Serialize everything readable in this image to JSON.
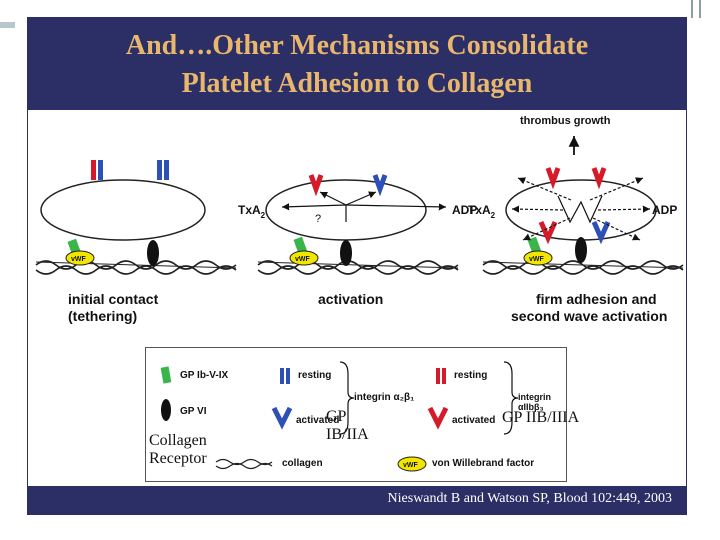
{
  "slide": {
    "title_line1": "And….Other Mechanisms Consolidate",
    "title_line2": "Platelet Adhesion to Collagen",
    "citation": "Nieswandt B and Watson SP, Blood 102:449, 2003"
  },
  "diagram": {
    "thrombus_growth": "thrombus growth",
    "txa2": "TxA",
    "txa2_sub": "2",
    "adp": "ADP",
    "question_mark": "?",
    "vwf": "vWF",
    "panels": [
      {
        "label_line1": "initial contact",
        "label_line2": "(tethering)"
      },
      {
        "label_line1": "activation",
        "label_line2": ""
      },
      {
        "label_line1": "firm adhesion and",
        "label_line2": "second wave activation"
      }
    ]
  },
  "legend": {
    "gp_ib": "GP Ib-V-IX",
    "gp_vi": "GP VI",
    "resting": "resting",
    "activated": "activated",
    "integrin_a2b1": "integrin α₂β₁",
    "integrin_aiib": "integrin αIIbβ₃",
    "collagen": "collagen",
    "vwf": "vWF",
    "vwf_full": "von Willebrand factor"
  },
  "overlays": {
    "collagen_receptor_line1": "Collagen",
    "collagen_receptor_line2": "Receptor",
    "gp_ib_iia_line1": "GP",
    "gp_ib_iia_line2": "IB/IIA",
    "gp_iib_iiia": "GP IIB/IIIA"
  },
  "colors": {
    "title_bg": "#2b2f66",
    "title_text": "#e8b66c",
    "resting_blue": "#2c4fb8",
    "activated_red": "#d61a2a",
    "gp_ib_green": "#3ab54a",
    "vwf_yellow": "#f2e600"
  }
}
